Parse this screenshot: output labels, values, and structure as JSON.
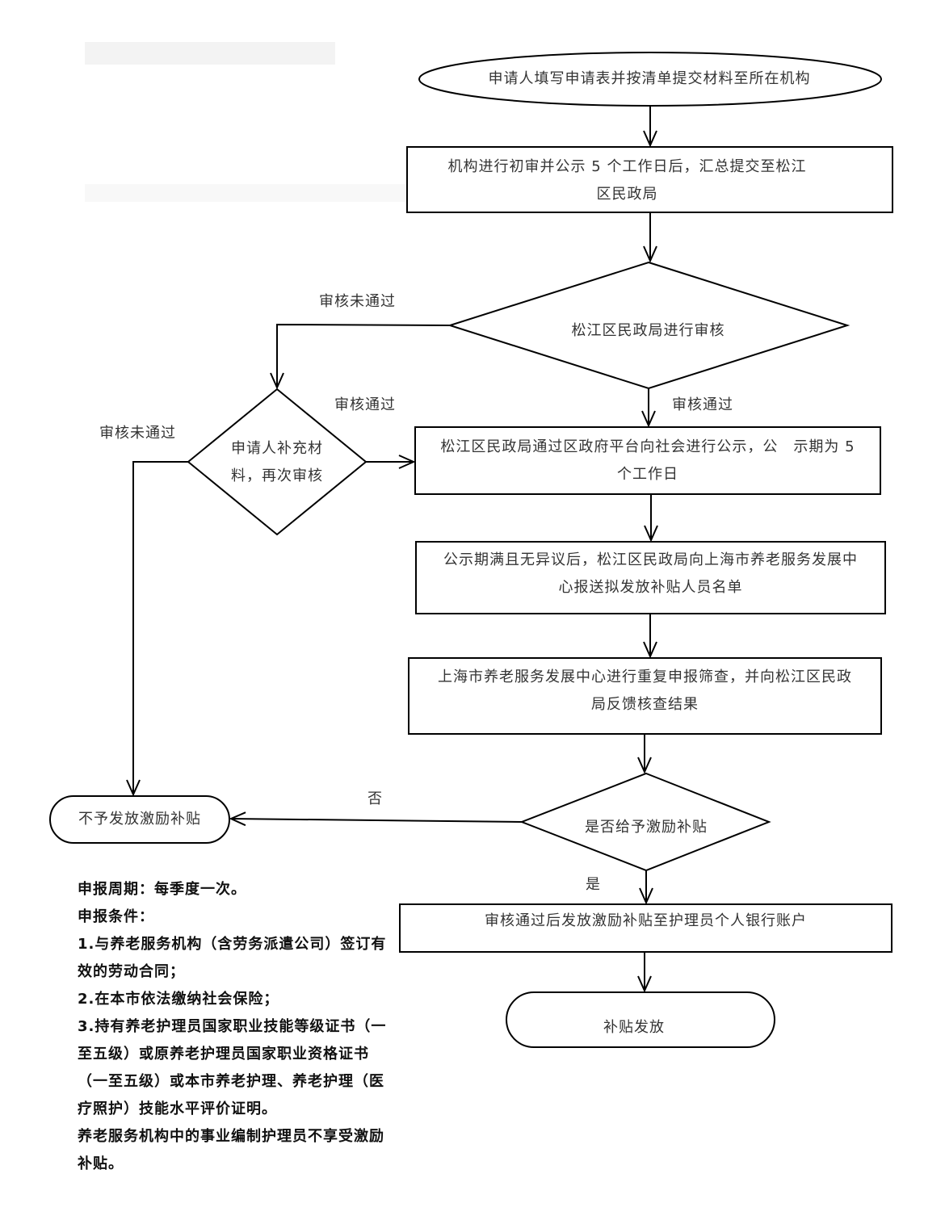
{
  "nodes": {
    "start": "申请人填写申请表并按清单提交材料至所在机构",
    "initial_review": [
      "机构进行初审并公示 5 个工作日后，汇总提交至松江",
      "区民政局"
    ],
    "district_review": "松江区民政局进行审核",
    "supplement": [
      "申请人补充材",
      "料，再次审核"
    ],
    "publicity": [
      "松江区民政局通过区政府平台向社会进行公示，公　示期为 5",
      "个工作日"
    ],
    "report": [
      "公示期满且无异议后，松江区民政局向上海市养老服务发展中",
      "心报送拟发放补贴人员名单"
    ],
    "screening": [
      "上海市养老服务发展中心进行重复申报筛查，并向松江区民政",
      "局反馈核查结果"
    ],
    "decision": "是否给予激励补贴",
    "no_subsidy": "不予发放激励补贴",
    "pay": "审核通过后发放激励补贴至护理员个人银行账户",
    "end": "补贴发放"
  },
  "edge_labels": {
    "fail_1": "审核未通过",
    "pass_1": "审核通过",
    "pass_2": "审核通过",
    "fail_2": "审核未通过",
    "no": "否",
    "yes": "是"
  },
  "notes": [
    "申报周期：每季度一次。",
    "申报条件：",
    "1.与养老服务机构（含劳务派遣公司）签订有效的劳动合同；",
    "2.在本市依法缴纳社会保险；",
    "3.持有养老护理员国家职业技能等级证书（一至五级）或原养老护理员国家职业资格证书（一至五级）或本市养老护理、养老护理（医疗照护）技能水平评价证明。",
    "养老服务机构中的事业编制护理员不享受激励补贴。"
  ]
}
